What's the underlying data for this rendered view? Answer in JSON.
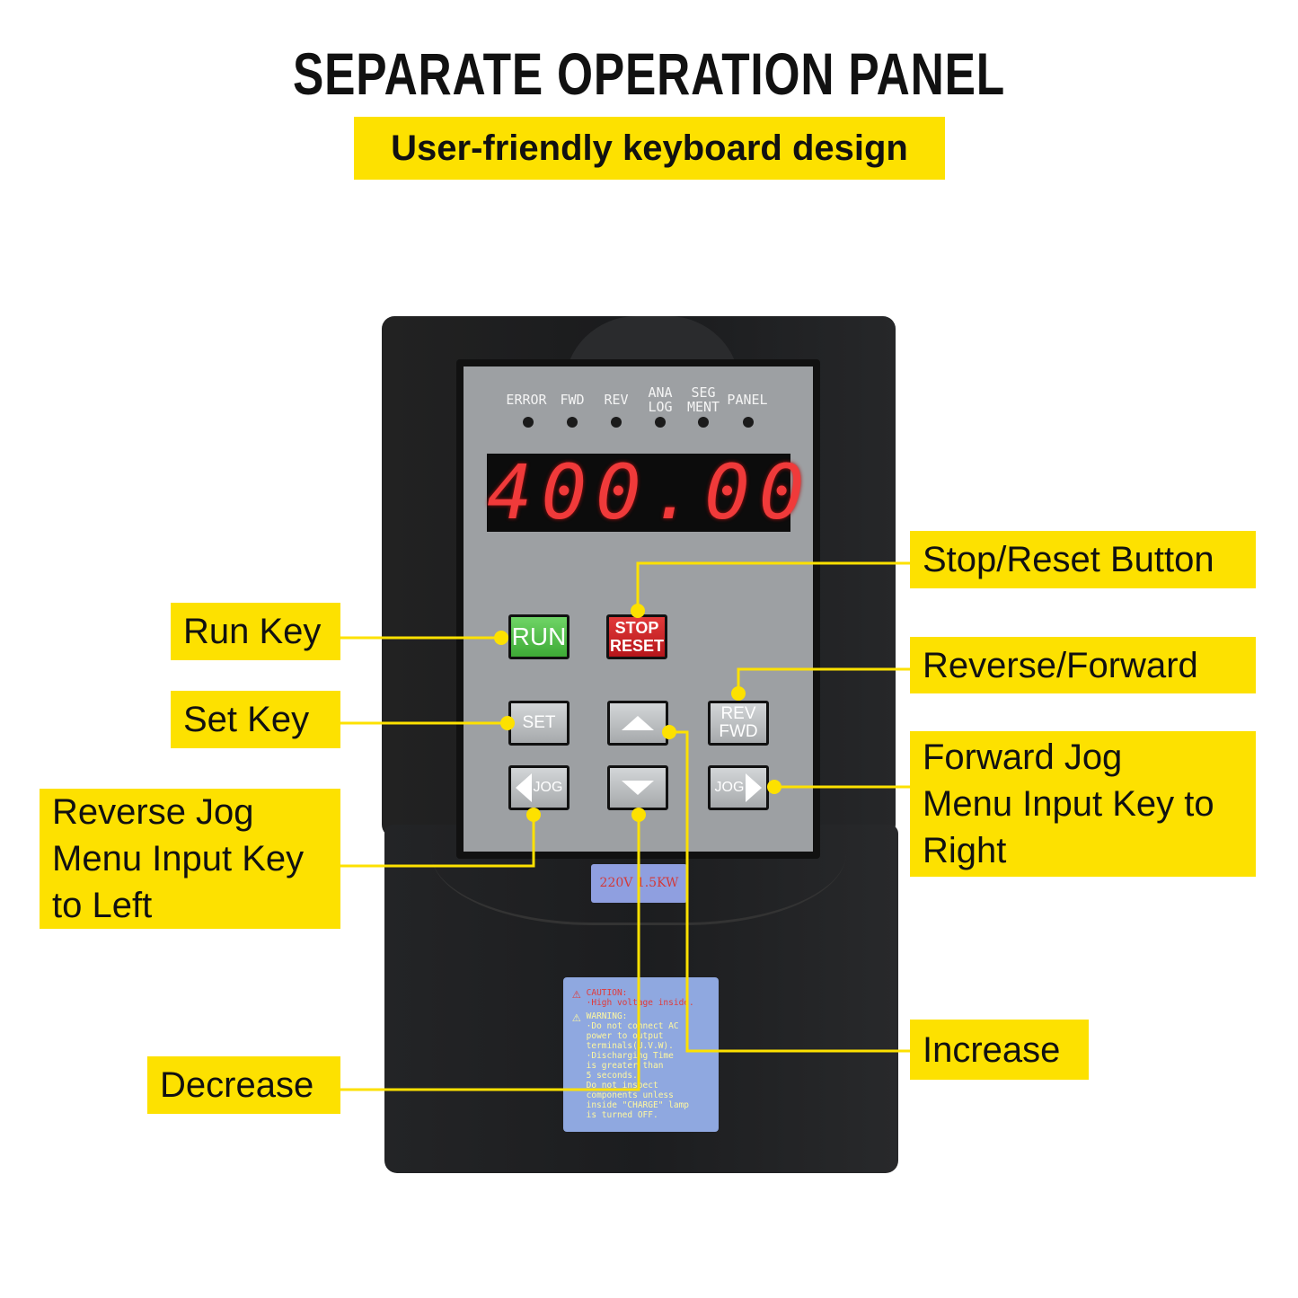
{
  "header": {
    "title": "SEPARATE OPERATION PANEL",
    "subtitle": "User-friendly keyboard design"
  },
  "device": {
    "indicators": [
      {
        "label": "ERROR"
      },
      {
        "label": "FWD"
      },
      {
        "label": "REV"
      },
      {
        "label": "ANA LOG"
      },
      {
        "label": "SEG MENT"
      },
      {
        "label": "PANEL"
      }
    ],
    "display_value": "400.00",
    "keys": {
      "run": "RUN",
      "stop_1": "STOP",
      "stop_2": "RESET",
      "set": "SET",
      "rev_1": "REV",
      "rev_2": "FWD",
      "jog_left": "JOG",
      "jog_right": "JOG"
    },
    "rating_label": "220V 1.5KW",
    "caution": {
      "caution_title": "CAUTION:",
      "caution_text": "·High voltage inside.",
      "warning_title": "WARNING:",
      "lines": [
        "·Do not connect AC",
        "power to output",
        "terminals(U.V.W).",
        "·Discharging Time",
        "is greater than",
        "5 seconds.",
        "Do not inspect",
        "components unless",
        "inside \"CHARGE\" lamp",
        "is turned OFF."
      ]
    }
  },
  "callouts": {
    "stop_reset": "Stop/Reset Button",
    "run": "Run Key",
    "rev_fwd": "Reverse/Forward",
    "set": "Set Key",
    "fwd_jog": [
      "Forward Jog",
      "Menu Input Key to",
      "Right"
    ],
    "rev_jog": [
      "Reverse Jog",
      "Menu Input Key",
      "to Left"
    ],
    "increase": "Increase",
    "decrease": "Decrease"
  },
  "colors": {
    "accent_yellow": "#fde100",
    "display_red": "#f03a3a",
    "run_green": "#4cbf43",
    "stop_red": "#d0202a"
  }
}
